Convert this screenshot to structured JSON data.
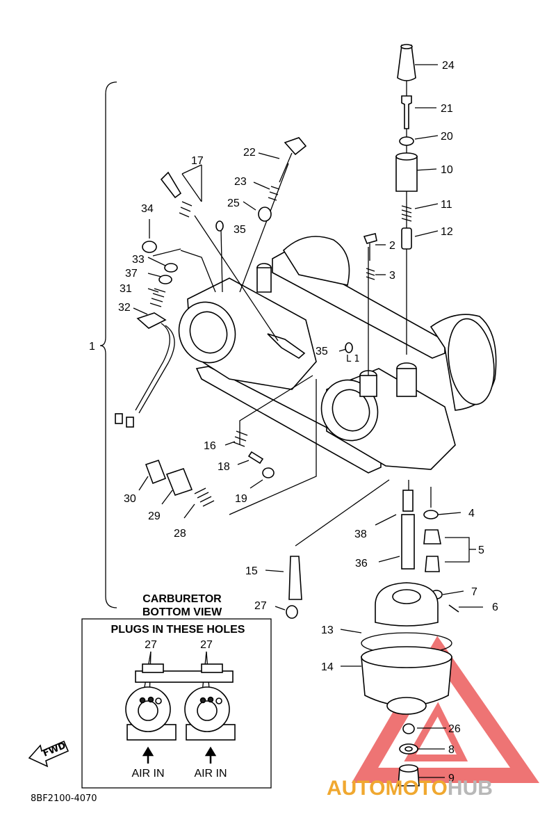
{
  "callouts": {
    "n1": "1",
    "n2": "2",
    "n3": "3",
    "n4": "4",
    "n5": "5",
    "n6": "6",
    "n7": "7",
    "n8": "8",
    "n9": "9",
    "n10": "10",
    "n11": "11",
    "n12": "12",
    "n13": "13",
    "n14": "14",
    "n15": "15",
    "n16": "16",
    "n17": "17",
    "n18": "18",
    "n19": "19",
    "n20": "20",
    "n21": "21",
    "n22": "22",
    "n23": "23",
    "n24": "24",
    "n25": "25",
    "n26": "26",
    "n27": "27",
    "n28": "28",
    "n29": "29",
    "n30": "30",
    "n31": "31",
    "n32": "32",
    "n33": "33",
    "n34": "34",
    "n35": "35",
    "n36": "36",
    "n37": "37",
    "n38": "38",
    "l1": "L 1"
  },
  "inset": {
    "title_line1": "CARBURETOR",
    "title_line2": "BOTTOM VIEW",
    "header": "PLUGS IN THESE HOLES",
    "plug_left": "27",
    "plug_right": "27",
    "air_in_left": "AIR IN",
    "air_in_right": "AIR IN"
  },
  "fwd_label": "FWD",
  "diagram_code": "8BF2100-4070",
  "watermark": {
    "part1": "AUTO",
    "part2": "MOTO",
    "part3": "HUB",
    "color_primary": "#f0a830",
    "color_secondary": "#b8b8b8",
    "triangle_color": "#e83a3a"
  }
}
